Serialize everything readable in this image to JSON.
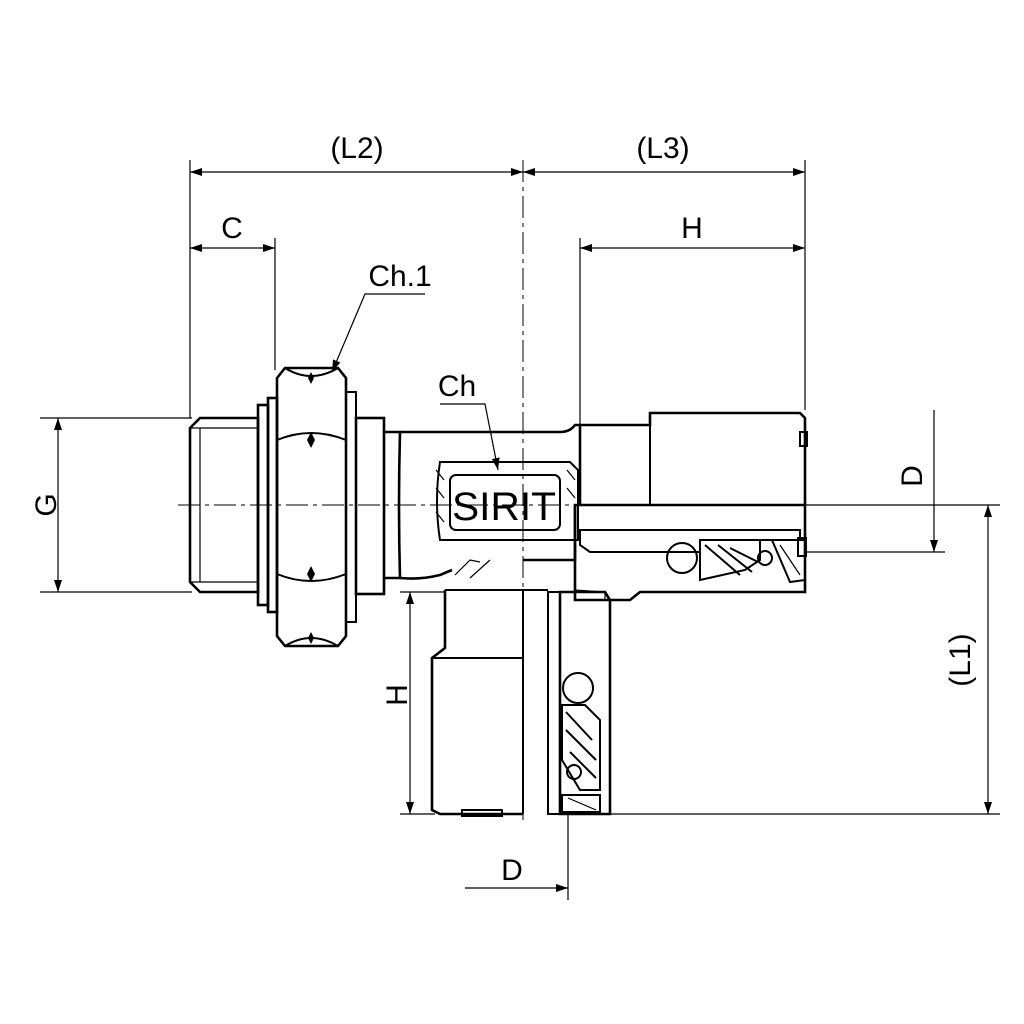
{
  "dimensions": {
    "l2": "(L2)",
    "l3": "(L3)",
    "c": "C",
    "ch1": "Ch.1",
    "ch": "Ch",
    "h_top": "H",
    "h_left": "H",
    "g": "G",
    "d_right": "D",
    "d_bottom": "D",
    "l1": "(L1)"
  },
  "brand": {
    "text": "SIRIT"
  },
  "colors": {
    "line": "#000000",
    "background": "#ffffff",
    "hatch": "#000000"
  }
}
